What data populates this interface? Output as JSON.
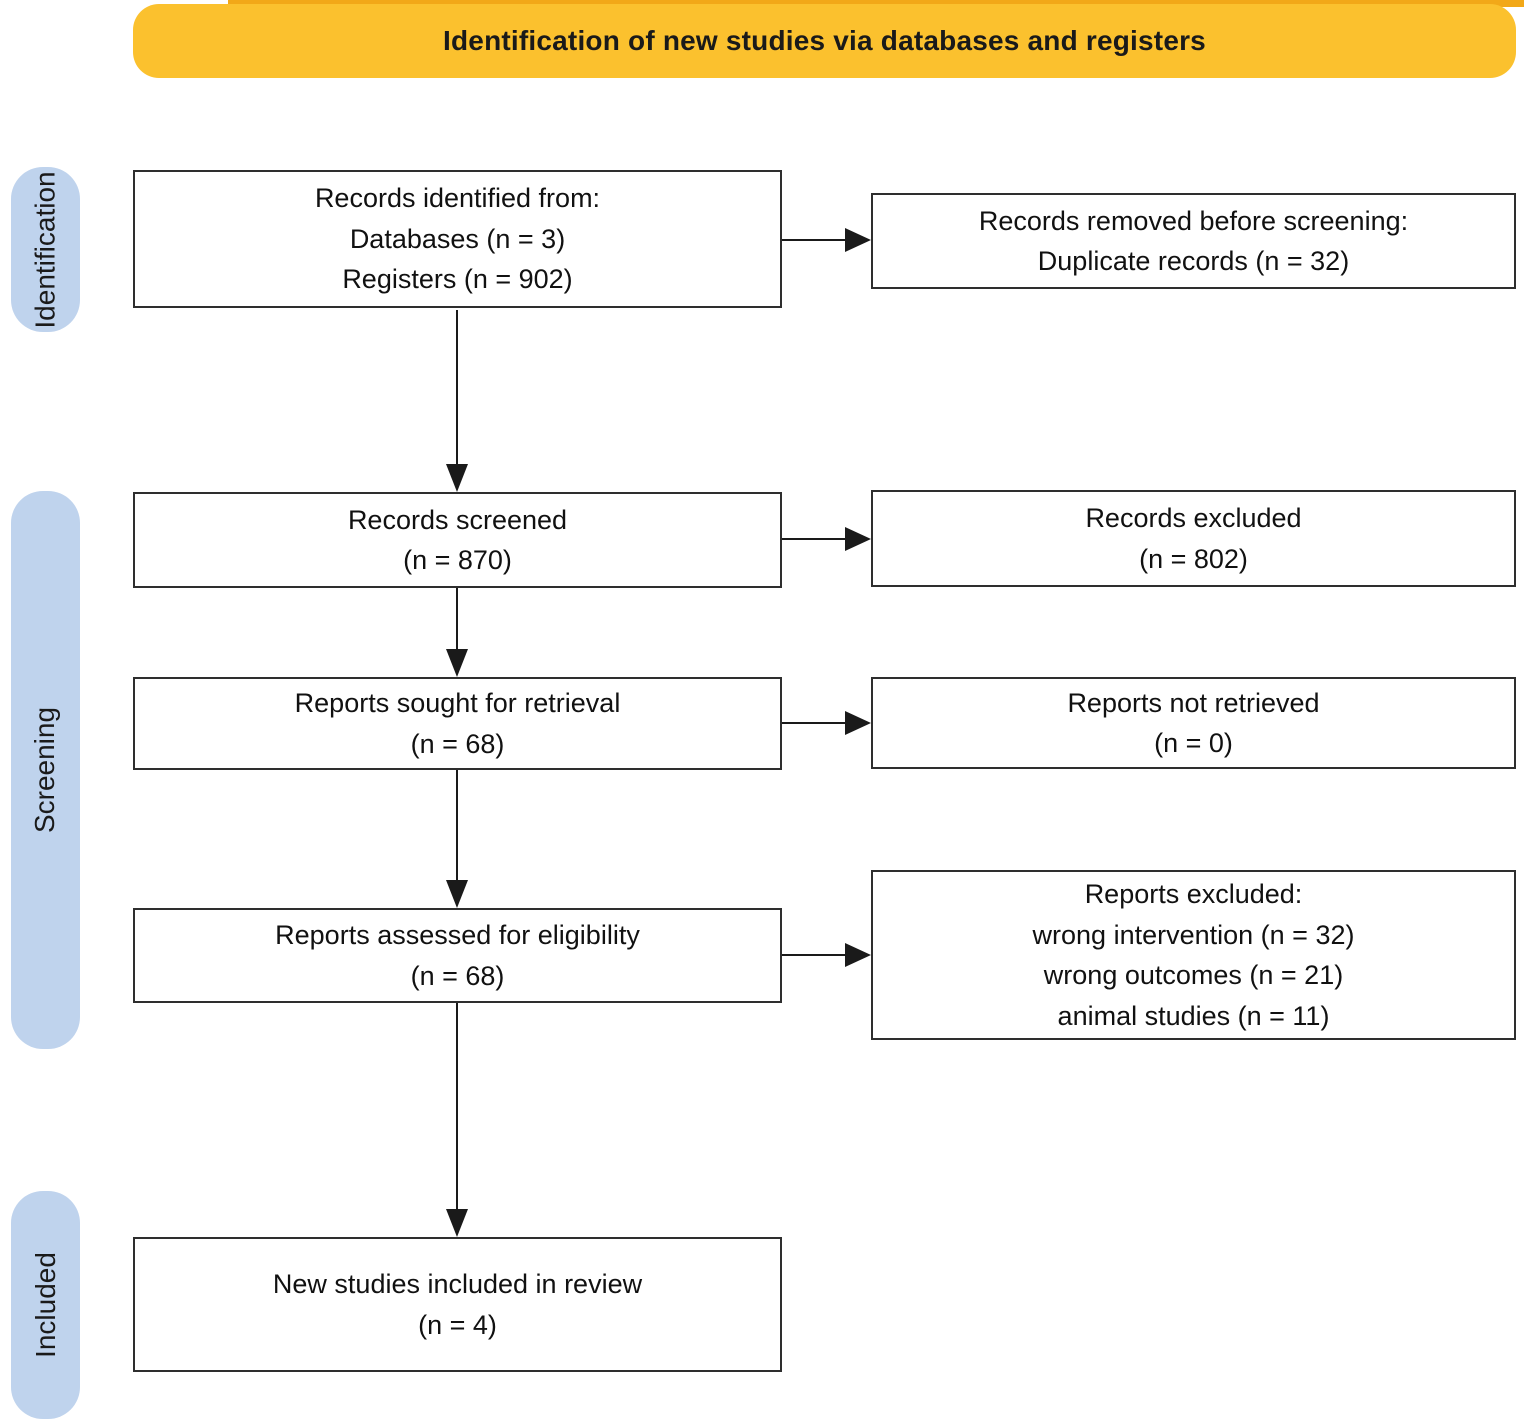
{
  "banner": {
    "title": "Identification of new studies via databases and registers"
  },
  "stages": {
    "identification": "Identification",
    "screening": "Screening",
    "included": "Included"
  },
  "boxes": {
    "records_identified": {
      "lines": [
        "Records identified from:",
        "Databases (n = 3)",
        "Registers (n = 902)"
      ],
      "counts": {
        "databases": 3,
        "registers": 902
      }
    },
    "records_removed": {
      "lines": [
        "Records removed before screening:",
        "Duplicate records (n = 32)"
      ],
      "counts": {
        "duplicate_records": 32
      }
    },
    "records_screened": {
      "lines": [
        "Records screened",
        "(n = 870)"
      ],
      "counts": {
        "n": 870
      }
    },
    "records_excluded": {
      "lines": [
        "Records excluded",
        "(n = 802)"
      ],
      "counts": {
        "n": 802
      }
    },
    "reports_sought": {
      "lines": [
        "Reports sought for retrieval",
        "(n = 68)"
      ],
      "counts": {
        "n": 68
      }
    },
    "reports_not_retrieved": {
      "lines": [
        "Reports not retrieved",
        "(n = 0)"
      ],
      "counts": {
        "n": 0
      }
    },
    "reports_assessed": {
      "lines": [
        "Reports assessed for eligibility",
        "(n = 68)"
      ],
      "counts": {
        "n": 68
      }
    },
    "reports_excluded": {
      "lines": [
        "Reports excluded:",
        "wrong intervention (n = 32)",
        "wrong outcomes (n = 21)",
        "animal studies (n = 11)"
      ],
      "counts": {
        "wrong_intervention": 32,
        "wrong_outcomes": 21,
        "animal_studies": 11
      }
    },
    "new_studies": {
      "lines": [
        "New studies included in review",
        "(n = 4)"
      ],
      "counts": {
        "n": 4
      }
    }
  },
  "colors": {
    "banner_background": "#FBC12E",
    "banner_top_strip": "#F2A818",
    "stage_pill_background": "#BFD3ED",
    "box_border": "#2E2E2E",
    "text": "#111111"
  }
}
